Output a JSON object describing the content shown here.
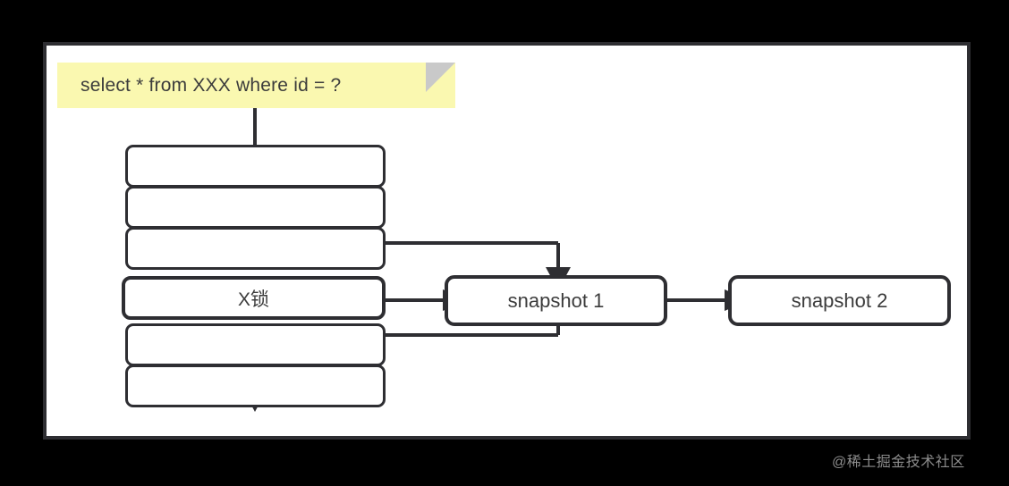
{
  "diagram": {
    "title": "MySQL MVCC X-lock and snapshot read diagram",
    "note": {
      "text": "select * from XXX where id = ?",
      "background_color": "#faf8b0",
      "fold_color": "#c9c9c9"
    },
    "record_rows": [
      {
        "label": "",
        "name": "record-row-1"
      },
      {
        "label": "",
        "name": "record-row-2"
      },
      {
        "label": "",
        "name": "record-row-3"
      },
      {
        "label": "X锁",
        "name": "record-row-locked"
      },
      {
        "label": "",
        "name": "record-row-5"
      },
      {
        "label": "",
        "name": "record-row-6"
      }
    ],
    "nodes": [
      {
        "label": "snapshot 1",
        "name": "snapshot-1"
      },
      {
        "label": "snapshot 2",
        "name": "snapshot-2"
      }
    ],
    "colors": {
      "stroke": "#2e2e32",
      "canvas": "#ffffff",
      "backdrop": "#000000",
      "text": "#3c3c3c"
    }
  },
  "watermark": {
    "text": "@稀土掘金技术社区"
  }
}
